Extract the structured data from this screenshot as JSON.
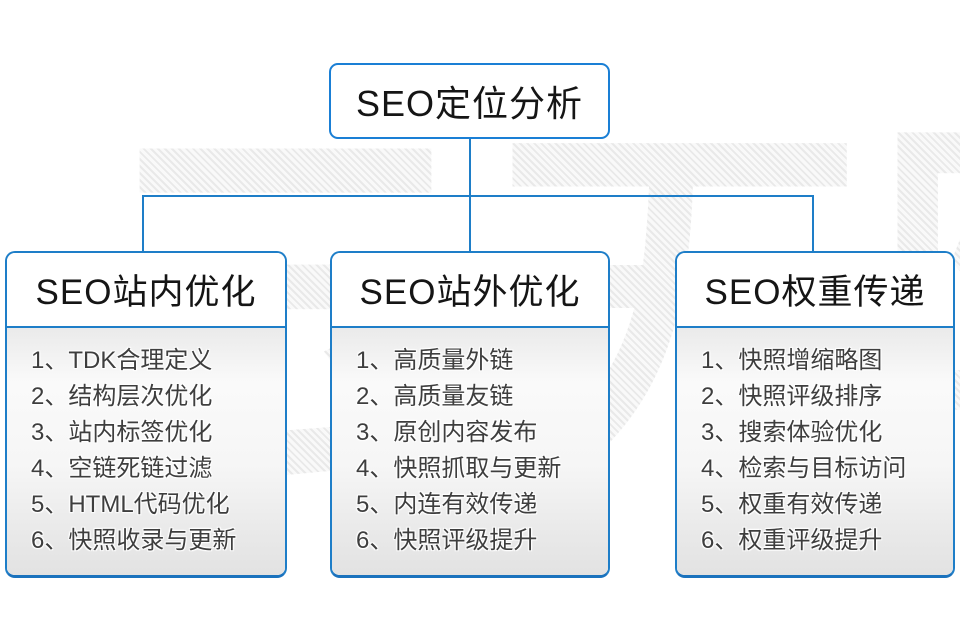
{
  "diagram": {
    "root": {
      "label": "SEO定位分析"
    },
    "branches": [
      {
        "title": "SEO站内优化",
        "items": [
          "1、TDK合理定义",
          "2、结构层次优化",
          "3、站内标签优化",
          "4、空链死链过滤",
          "5、HTML代码优化",
          "6、快照收录与更新"
        ]
      },
      {
        "title": "SEO站外优化",
        "items": [
          "1、高质量外链",
          "2、高质量友链",
          "3、原创内容发布",
          "4、快照抓取与更新",
          "5、内连有效传递",
          "6、快照评级提升"
        ]
      },
      {
        "title": "SEO权重传递",
        "items": [
          "1、快照增缩略图",
          "2、快照评级排序",
          "3、搜索体验优化",
          "4、检索与目标访问",
          "5、权重有效传递",
          "6、权重评级提升"
        ]
      }
    ],
    "watermark": "云无限",
    "colors": {
      "accent_blue": "#1e7ec8",
      "root_border_blue": "#1a7fd5",
      "title_text": "#151515",
      "list_text": "#3e3e3e",
      "watermark_gray": "#ededed"
    }
  }
}
